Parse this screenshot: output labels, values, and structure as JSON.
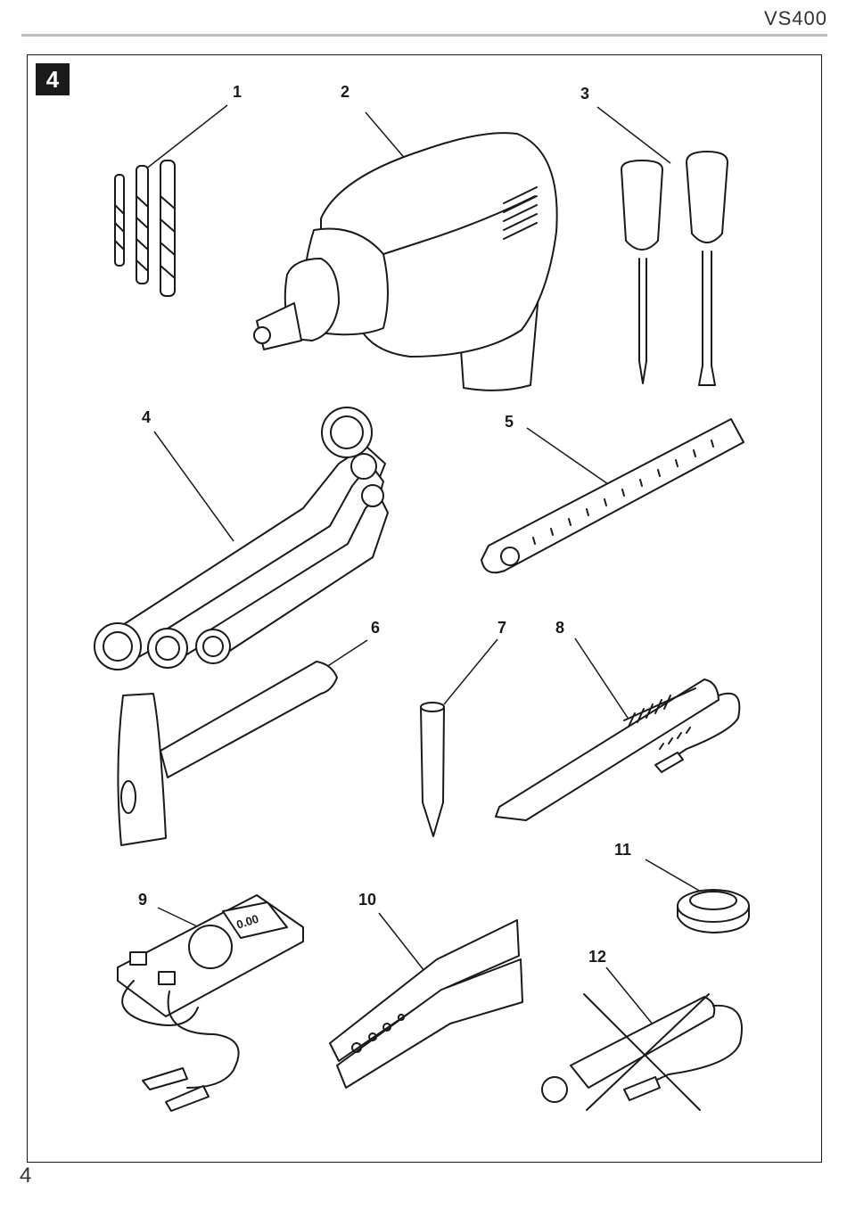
{
  "header": {
    "model": "VS400"
  },
  "figure": {
    "number": "4"
  },
  "callouts": [
    "1",
    "2",
    "3",
    "4",
    "5",
    "6",
    "7",
    "8",
    "9",
    "10",
    "11",
    "12"
  ],
  "multimeter_display": "0.00",
  "footer": {
    "page_number": "4"
  }
}
